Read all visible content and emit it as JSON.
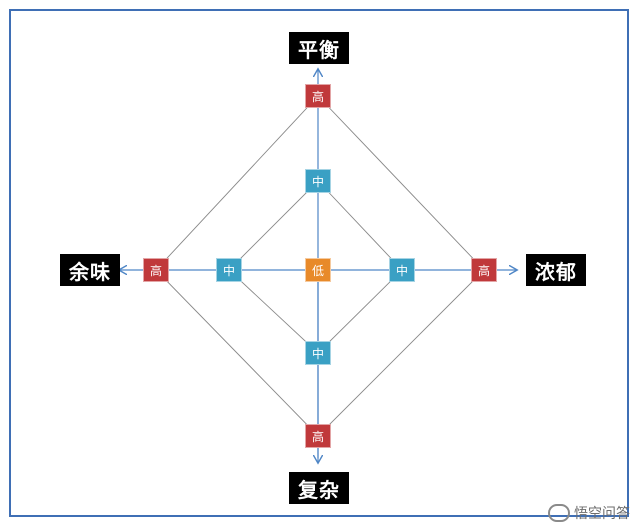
{
  "axes": {
    "top": "平衡",
    "left": "余味",
    "right": "浓郁",
    "bottom": "复杂"
  },
  "levels": {
    "high": "高",
    "mid": "中",
    "low": "低"
  },
  "colors": {
    "high": "#c0393b",
    "mid": "#3aa0c4",
    "low": "#e88a2a",
    "axis": "#4f86c6",
    "frame": "#3f6fb5"
  },
  "watermark": {
    "text": "悟空问答"
  }
}
